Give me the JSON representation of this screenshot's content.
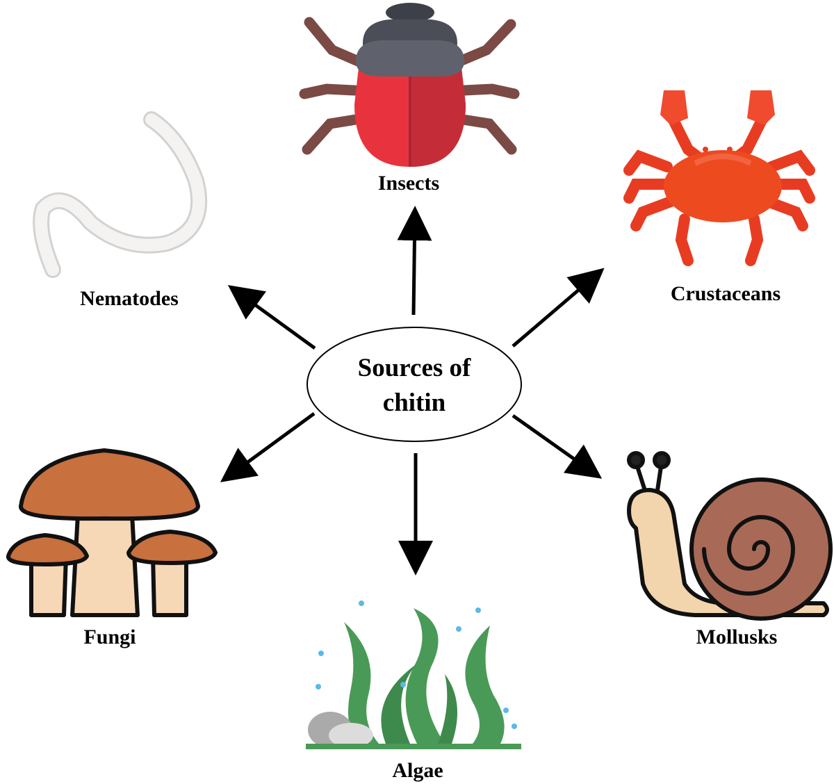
{
  "center": {
    "line1": "Sources of",
    "line2": "chitin"
  },
  "nodes": {
    "insects": "Insects",
    "crustaceans": "Crustaceans",
    "nematodes": "Nematodes",
    "fungi": "Fungi",
    "algae": "Algae",
    "mollusks": "Mollusks"
  },
  "icons": {
    "insects": "beetle-icon",
    "crustaceans": "crab-icon",
    "nematodes": "worm-icon",
    "fungi": "mushroom-icon",
    "algae": "seaweed-icon",
    "mollusks": "snail-icon"
  },
  "colors": {
    "arrow": "#000000",
    "beetle_body": "#e8333f",
    "beetle_head": "#5b5d68",
    "beetle_legs": "#7b4a44",
    "crab": "#e83c22",
    "mushroom_cap": "#c8703e",
    "mushroom_stem": "#f6d7b6",
    "seaweed": "#4a9a57",
    "snail_shell": "#a86a56",
    "snail_body": "#f2d4ad"
  }
}
